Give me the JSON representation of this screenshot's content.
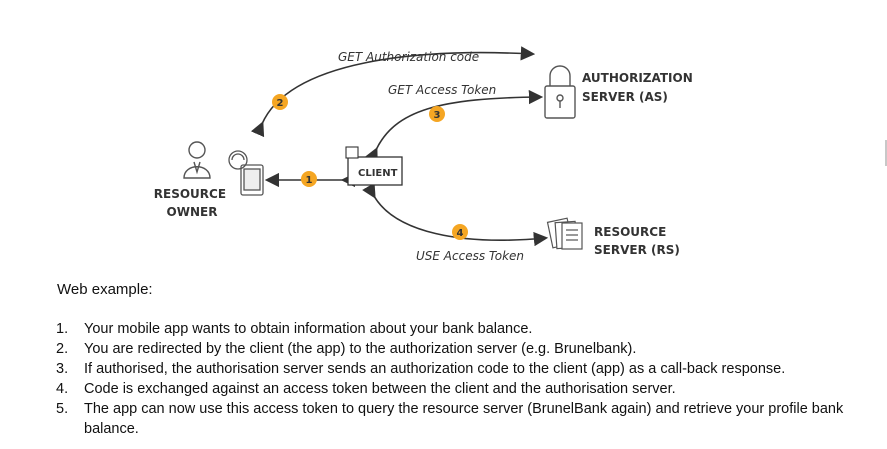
{
  "diagram": {
    "arrows": {
      "get_authorization_code": "GET Authorization code",
      "get_access_token": "GET Access Token",
      "use_access_token": "USE Access Token"
    },
    "nodes": {
      "resource_owner": [
        "RESOURCE",
        "OWNER"
      ],
      "client": "CLIENT",
      "authorization_server": [
        "AUTHORIZATION",
        "SERVER (AS)"
      ],
      "resource_server": [
        "RESOURCE",
        "SERVER (RS)"
      ]
    },
    "step_badges": [
      "1",
      "2",
      "3",
      "4"
    ],
    "colors": {
      "badge": "#f5a623",
      "lines": "#333333"
    }
  },
  "heading": "Web example:",
  "steps": [
    {
      "number": "1.",
      "text": "Your mobile app wants to obtain information about your bank balance."
    },
    {
      "number": "2.",
      "text": "You are redirected by the client (the app) to the authorization server (e.g. Brunelbank)."
    },
    {
      "number": "3.",
      "text": "If authorised, the authorisation server sends an authorization code to the client (app) as a call-back response."
    },
    {
      "number": "4.",
      "text": "Code is exchanged against an access token between the client and the authorisation server."
    },
    {
      "number": "5.",
      "text": "The app can now use this access token to query the resource server (BrunelBank again) and retrieve your profile bank balance."
    }
  ]
}
